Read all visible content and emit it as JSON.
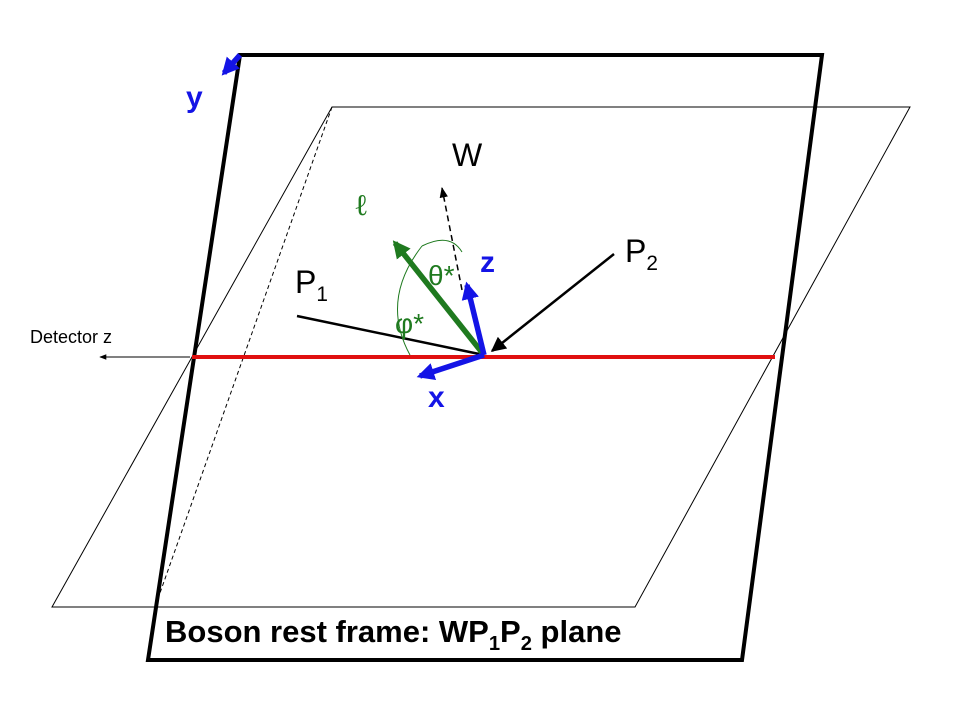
{
  "labels": {
    "y_axis": "y",
    "z_axis": "z",
    "x_axis": "x",
    "w": "W",
    "lepton": "ℓ",
    "theta_star": "θ*",
    "phi_star": "φ*",
    "p1_main": "P",
    "p1_sub": "1",
    "p2_main": "P",
    "p2_sub": "2",
    "detector_z": "Detector z"
  },
  "caption": {
    "part1": "Boson rest frame: WP",
    "sub1": "1",
    "part2": "P",
    "sub2": "2",
    "part3": " plane"
  },
  "colors": {
    "axis_blue": "#1414e6",
    "lepton_green": "#1f7a1f",
    "intersection_red": "#e01010",
    "plane_black": "#000000"
  }
}
